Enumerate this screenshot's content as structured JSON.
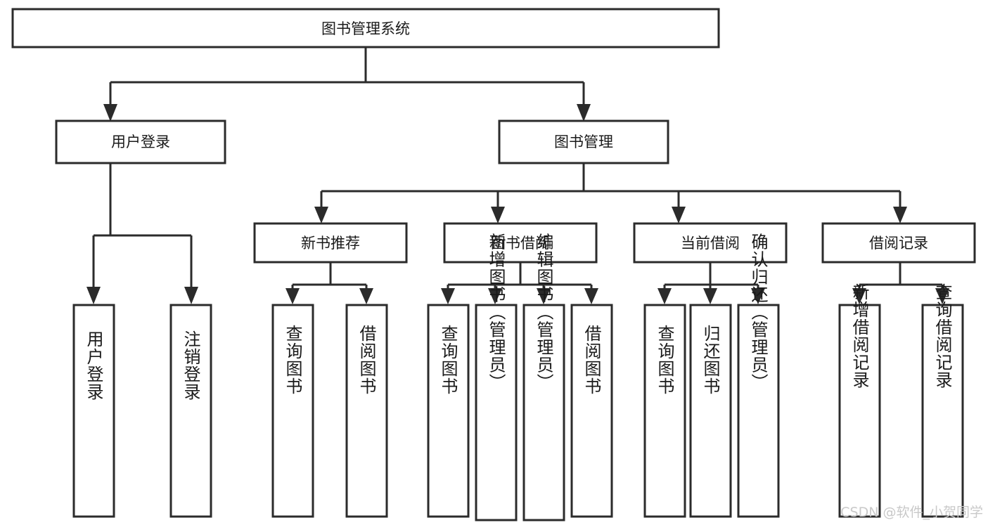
{
  "diagram": {
    "type": "tree",
    "title": "图书管理系统",
    "root": {
      "id": "root",
      "label": "图书管理系统"
    },
    "level2": [
      {
        "id": "user-login",
        "label": "用户登录"
      },
      {
        "id": "book-manage",
        "label": "图书管理"
      }
    ],
    "level3": [
      {
        "id": "new-book-recommend",
        "label": "新书推荐",
        "parent": "book-manage"
      },
      {
        "id": "book-borrow",
        "label": "图书借阅",
        "parent": "book-manage"
      },
      {
        "id": "current-borrow",
        "label": "当前借阅",
        "parent": "book-manage"
      },
      {
        "id": "borrow-record",
        "label": "借阅记录",
        "parent": "book-manage"
      }
    ],
    "leaves": [
      {
        "id": "leaf-user-login",
        "label": "用户登录",
        "parent": "user-login"
      },
      {
        "id": "leaf-logout-login",
        "label": "注销登录",
        "parent": "user-login"
      },
      {
        "id": "leaf-query-book-1",
        "label": "查询图书",
        "parent": "new-book-recommend"
      },
      {
        "id": "leaf-borrow-book-1",
        "label": "借阅图书",
        "parent": "new-book-recommend"
      },
      {
        "id": "leaf-query-book-2",
        "label": "查询图书",
        "parent": "book-borrow"
      },
      {
        "id": "leaf-add-book-admin",
        "label": "新增图书（管理员）",
        "parent": "book-borrow"
      },
      {
        "id": "leaf-edit-book-admin",
        "label": "编辑图书（管理员）",
        "parent": "book-borrow"
      },
      {
        "id": "leaf-borrow-book-2",
        "label": "借阅图书",
        "parent": "book-borrow"
      },
      {
        "id": "leaf-query-book-3",
        "label": "查询图书",
        "parent": "current-borrow"
      },
      {
        "id": "leaf-return-book",
        "label": "归还图书",
        "parent": "current-borrow"
      },
      {
        "id": "leaf-confirm-return-admin",
        "label": "确认归还（管理员）",
        "parent": "current-borrow"
      },
      {
        "id": "leaf-add-borrow-record",
        "label": "新增借阅记录",
        "parent": "borrow-record"
      },
      {
        "id": "leaf-query-borrow-record",
        "label": "查询借阅记录",
        "parent": "borrow-record"
      }
    ],
    "colors": {
      "stroke": "#2b2b2b",
      "fill": "#ffffff",
      "text": "#1a1a1a",
      "watermark": "#c9c9c9"
    }
  },
  "watermark": {
    "text": "CSDN @软件_小贺同学"
  }
}
